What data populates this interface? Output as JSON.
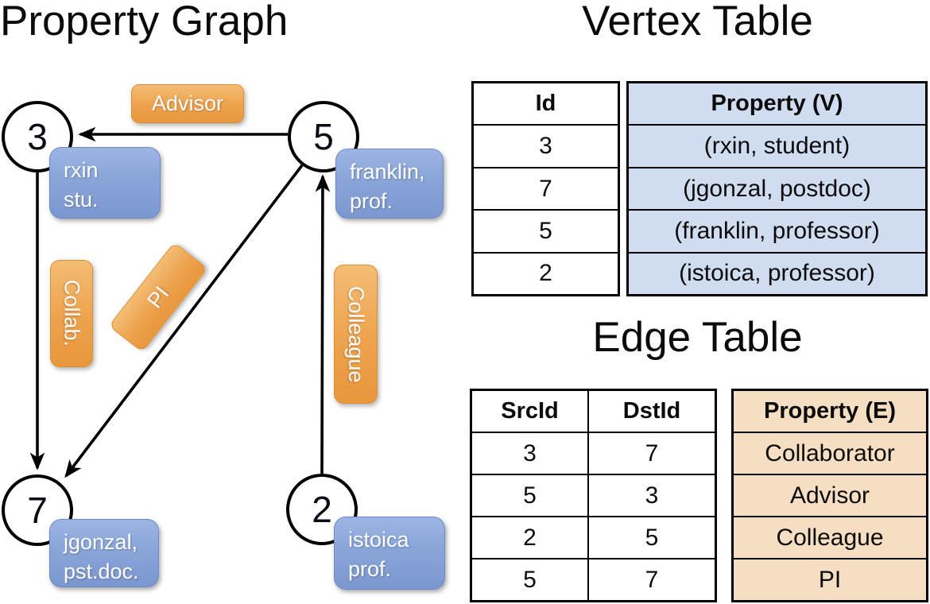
{
  "graph": {
    "title": "Property Graph",
    "nodes": [
      {
        "id": "3",
        "prop_line1": "rxin",
        "prop_line2": "stu."
      },
      {
        "id": "5",
        "prop_line1": "franklin,",
        "prop_line2": "prof."
      },
      {
        "id": "7",
        "prop_line1": "jgonzal,",
        "prop_line2": "pst.doc."
      },
      {
        "id": "2",
        "prop_line1": "istoica",
        "prop_line2": "prof."
      }
    ],
    "edge_labels": {
      "advisor": "Advisor",
      "collab": "Collab.",
      "pi": "PI",
      "colleague": "Colleague"
    }
  },
  "vertex_table": {
    "title": "Vertex Table",
    "columns": {
      "id": "Id",
      "property": "Property (V)"
    },
    "rows": [
      {
        "id": "3",
        "property": "(rxin, student)"
      },
      {
        "id": "7",
        "property": "(jgonzal, postdoc)"
      },
      {
        "id": "5",
        "property": "(franklin, professor)"
      },
      {
        "id": "2",
        "property": "(istoica, professor)"
      }
    ]
  },
  "edge_table": {
    "title": "Edge Table",
    "columns": {
      "src": "SrcId",
      "dst": "DstId",
      "property": "Property (E)"
    },
    "rows": [
      {
        "src": "3",
        "dst": "7",
        "property": "Collaborator"
      },
      {
        "src": "5",
        "dst": "3",
        "property": "Advisor"
      },
      {
        "src": "2",
        "dst": "5",
        "property": "Colleague"
      },
      {
        "src": "5",
        "dst": "7",
        "property": "PI"
      }
    ]
  },
  "colors": {
    "vertex_property_bg": "#d0dcf0",
    "edge_property_bg": "#f6dec2",
    "edge_label_orange": "#eda24d",
    "node_property_blue": "#87a3d7",
    "line_black": "#000000",
    "page_bg": "#ffffff"
  }
}
